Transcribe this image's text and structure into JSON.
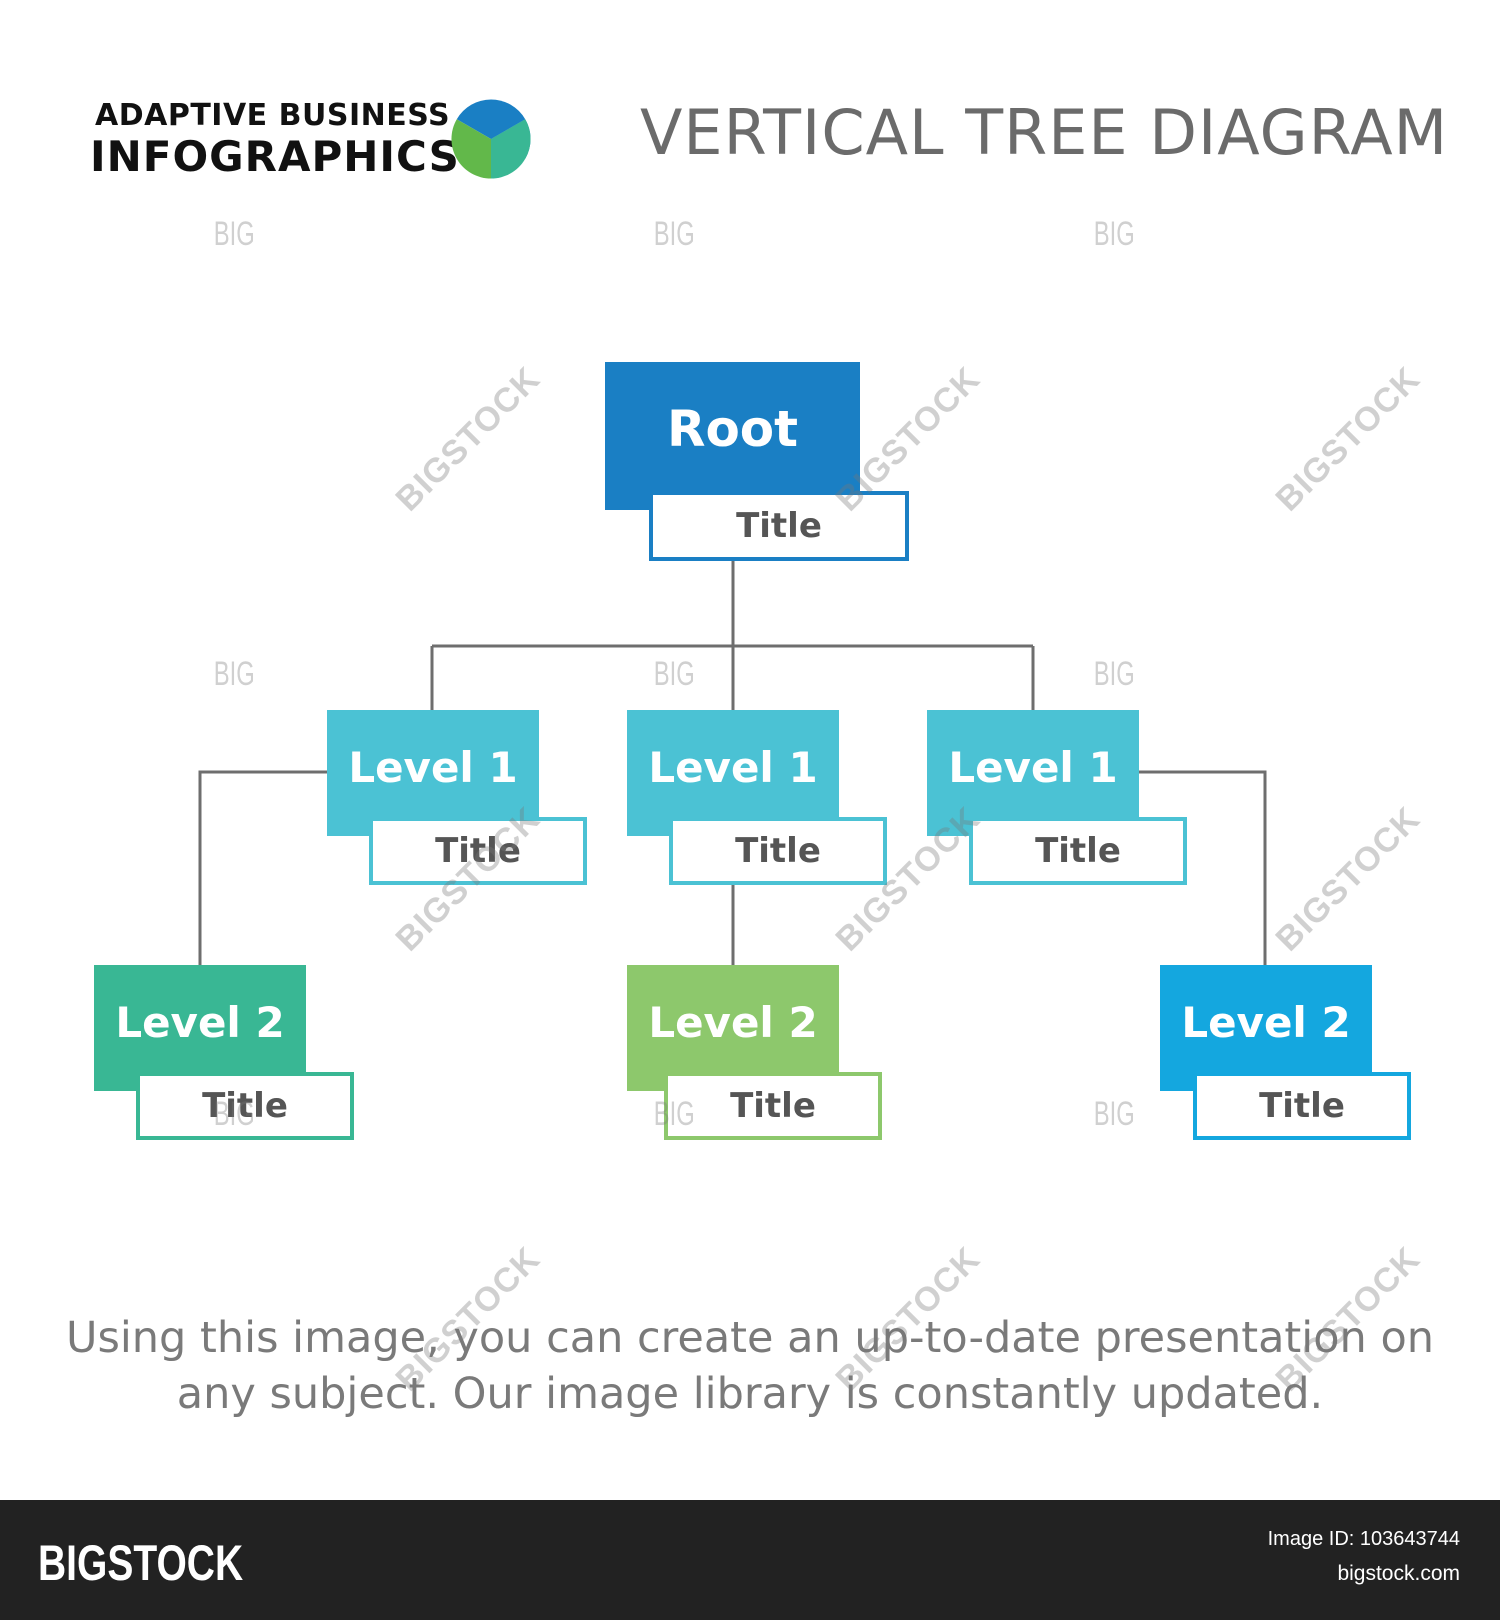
{
  "header": {
    "brand_line1": "ADAPTIVE BUSINESS",
    "brand_line2": "INFOGRAPHICS",
    "title": "VERTICAL TREE DIAGRAM"
  },
  "tree": {
    "root": {
      "label": "Root",
      "tag": "Title",
      "color": "#1a7fc4"
    },
    "level1": [
      {
        "label": "Level 1",
        "tag": "Title",
        "color": "#4bc2d4"
      },
      {
        "label": "Level 1",
        "tag": "Title",
        "color": "#4bc2d4"
      },
      {
        "label": "Level 1",
        "tag": "Title",
        "color": "#4bc2d4"
      }
    ],
    "level2": [
      {
        "label": "Level 2",
        "tag": "Title",
        "color": "#39b794"
      },
      {
        "label": "Level 2",
        "tag": "Title",
        "color": "#8dc86c"
      },
      {
        "label": "Level 2",
        "tag": "Title",
        "color": "#14a7df"
      }
    ],
    "connector_color": "#6e6e6e"
  },
  "description": {
    "line1": "Using this image, you can create an up-to-date presentation on",
    "line2": "any subject. Our image library is constantly updated."
  },
  "footer": {
    "logo": "BIGSTOCK",
    "image_id": "Image ID: 103643744",
    "url": "bigstock.com"
  },
  "watermark": {
    "text": "BIGSTOCK",
    "short": "BIG"
  }
}
